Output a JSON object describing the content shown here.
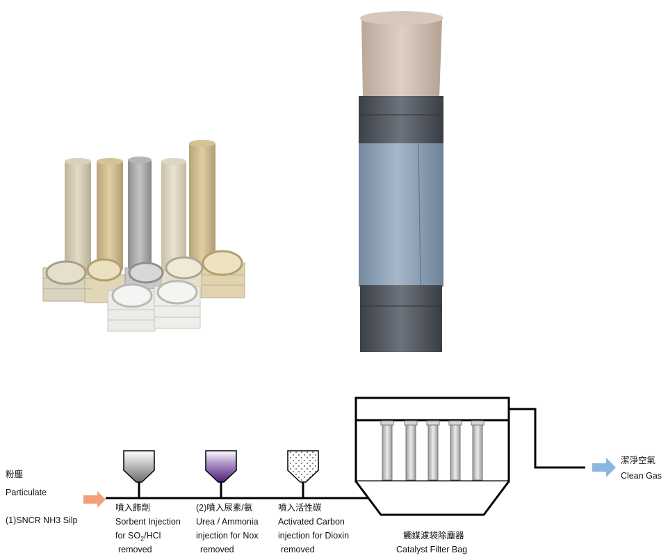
{
  "inputs": {
    "cn": "粉塵",
    "en": "Particulate",
    "sncr": "(1)SNCR NH3 Silp"
  },
  "stages": [
    {
      "cn": "噴入飾劑",
      "en1": "Sorbent Injection",
      "en2_prefix": "for SO",
      "en2_sub": "2",
      "en2_suffix": "/HCl",
      "en3": "removed",
      "fill": "#8a8a8a"
    },
    {
      "cn": "(2)噴入尿素/氨",
      "en1": "Urea / Ammonia",
      "en2": "injection for Nox",
      "en3": "removed",
      "fill": "#6a2d9a"
    },
    {
      "cn": "噴入活性碳",
      "en1": "Activated Carbon",
      "en2": "injection for Dioxin",
      "en3": "removed",
      "fill": "#ffffff"
    }
  ],
  "filter": {
    "cn": "觸媒濾袋除塵器",
    "en": "Catalyst Filter Bag"
  },
  "output": {
    "cn": "潔淨空氣",
    "en": "Clean Gas"
  },
  "colors": {
    "inlet_arrow": "#f3a07a",
    "outlet_arrow": "#8ab6e0",
    "line": "#000000"
  }
}
